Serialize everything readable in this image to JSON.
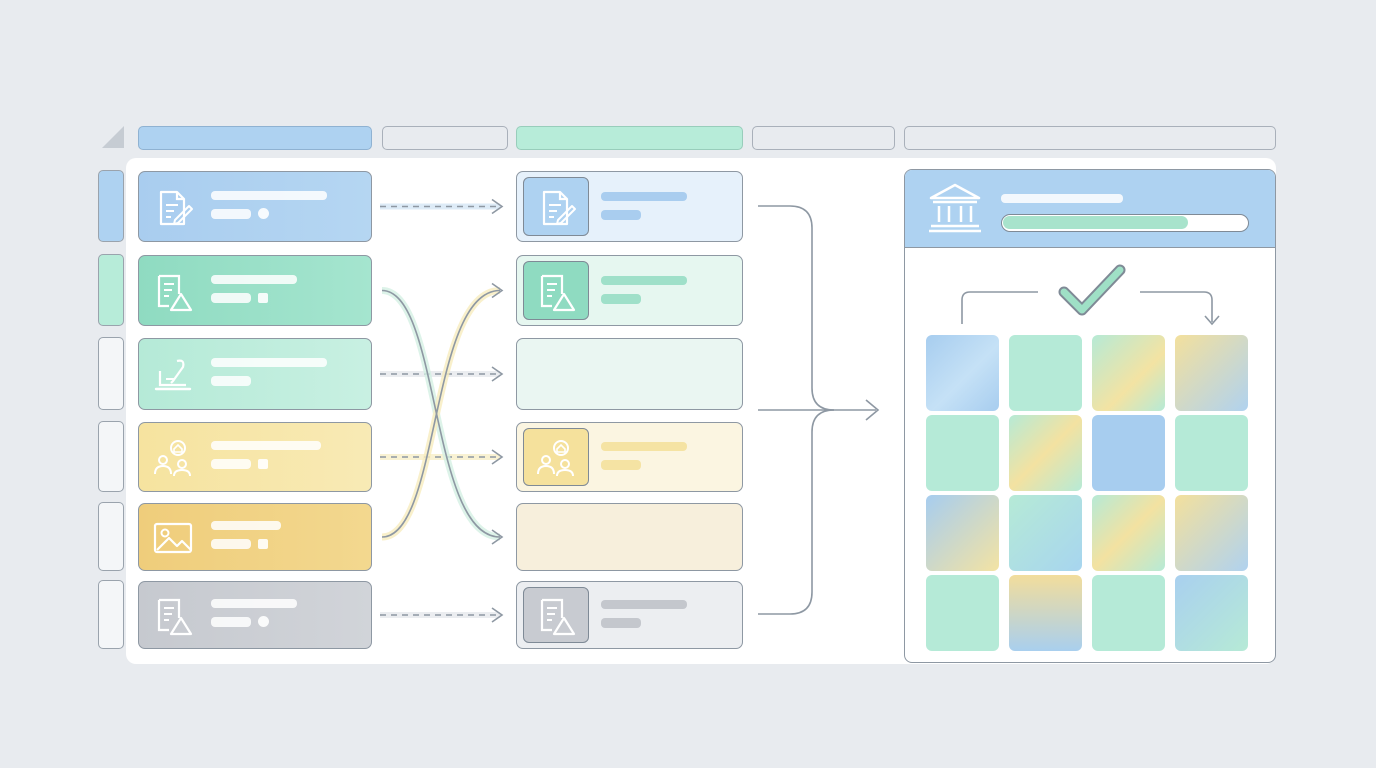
{
  "colors": {
    "background": "#e8ebef",
    "blue": "#a8cdee",
    "green": "#93dcc3",
    "mint": "#b9ebd9",
    "yellow": "#f5e19c",
    "gold": "#f0cf7e",
    "gray": "#c9ccd2",
    "connector": "#8e98a3"
  },
  "header_columns": [
    {
      "style": "blue-filled"
    },
    {
      "style": "outline"
    },
    {
      "style": "green-filled"
    },
    {
      "style": "outline"
    },
    {
      "style": "outline"
    }
  ],
  "source_rows": [
    {
      "icon": "document-edit-icon",
      "color": "blue",
      "marker": "dot"
    },
    {
      "icon": "document-shapes-icon",
      "color": "green",
      "marker": "square"
    },
    {
      "icon": "laptop-quill-icon",
      "color": "mint",
      "marker": "none"
    },
    {
      "icon": "people-home-icon",
      "color": "yellow",
      "marker": "square"
    },
    {
      "icon": "image-icon",
      "color": "gold",
      "marker": "square"
    },
    {
      "icon": "document-shapes-icon",
      "color": "gray",
      "marker": "dot"
    }
  ],
  "mapped_rows": [
    {
      "icon": "document-edit-icon",
      "color": "blue",
      "has_icon": true
    },
    {
      "icon": "document-shapes-icon",
      "color": "green",
      "has_icon": true
    },
    {
      "icon": "",
      "color": "mint",
      "has_icon": false
    },
    {
      "icon": "people-home-icon",
      "color": "yellow",
      "has_icon": true
    },
    {
      "icon": "",
      "color": "gold",
      "has_icon": false
    },
    {
      "icon": "document-shapes-icon",
      "color": "gray",
      "has_icon": true
    }
  ],
  "target": {
    "icon": "bank-icon",
    "progress": 0.75,
    "status_icon": "checkmark-icon",
    "grid": [
      [
        "blue-mix",
        "green",
        "green-yellow",
        "yellow-blue"
      ],
      [
        "green",
        "yellow-green",
        "blue",
        "green"
      ],
      [
        "blue-yellow",
        "green-blue",
        "yellow-green",
        "yellow-blue"
      ],
      [
        "green",
        "yellow-blue",
        "green",
        "blue-green"
      ]
    ]
  }
}
